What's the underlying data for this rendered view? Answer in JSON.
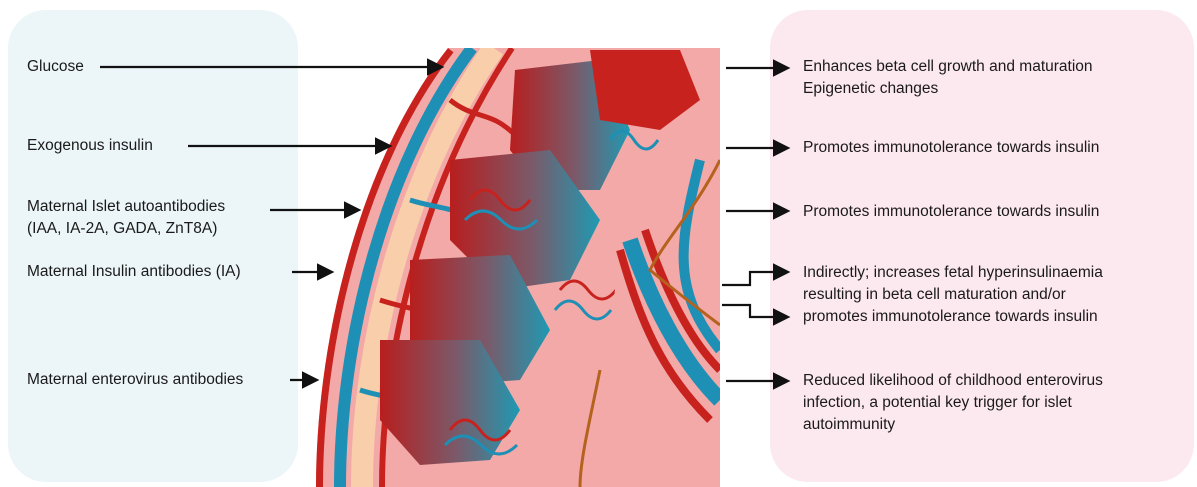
{
  "factors": [
    {
      "label": "Glucose"
    },
    {
      "label": "Exogenous insulin"
    },
    {
      "label": "Maternal Islet autoantibodies"
    },
    {
      "label": "(IAA, IA-2A, GADA, ZnT8A)"
    },
    {
      "label": "Maternal Insulin antibodies (IA)"
    },
    {
      "label": "Maternal enterovirus antibodies"
    }
  ],
  "effects": [
    {
      "label": "Enhances beta cell growth and maturation"
    },
    {
      "label": "Epigenetic changes"
    },
    {
      "label": "Promotes immunotolerance towards insulin"
    },
    {
      "label": "Promotes immunotolerance towards insulin"
    },
    {
      "label": "Indirectly; increases fetal hyperinsulinaemia"
    },
    {
      "label": "resulting in beta cell maturation and/or"
    },
    {
      "label": "promotes immunotolerance towards insulin"
    },
    {
      "label": "Reduced likelihood of childhood enterovirus"
    },
    {
      "label": "infection, a potential key trigger for islet"
    },
    {
      "label": "autoimmunity"
    }
  ],
  "colors": {
    "left_panel": "#ecf5f8",
    "right_panel": "#fce8ef",
    "arrow": "#111111",
    "vessel_red": "#c8221e",
    "vessel_blue": "#1e8fb5",
    "tissue_pink": "#f2a9a8",
    "tissue_peach": "#f8cfaa",
    "villus_teal": "#1e9ab3"
  }
}
